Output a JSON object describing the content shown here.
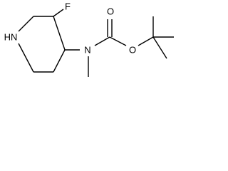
{
  "molecule": {
    "atoms": {
      "ring_nitrogen": "HN",
      "fluorine": "F",
      "amide_nitrogen": "N",
      "carbonyl_oxygen": "O",
      "ester_oxygen": "O"
    }
  },
  "colors": {
    "bond": "#000000",
    "label": "#000000",
    "background": "#ffffff"
  }
}
